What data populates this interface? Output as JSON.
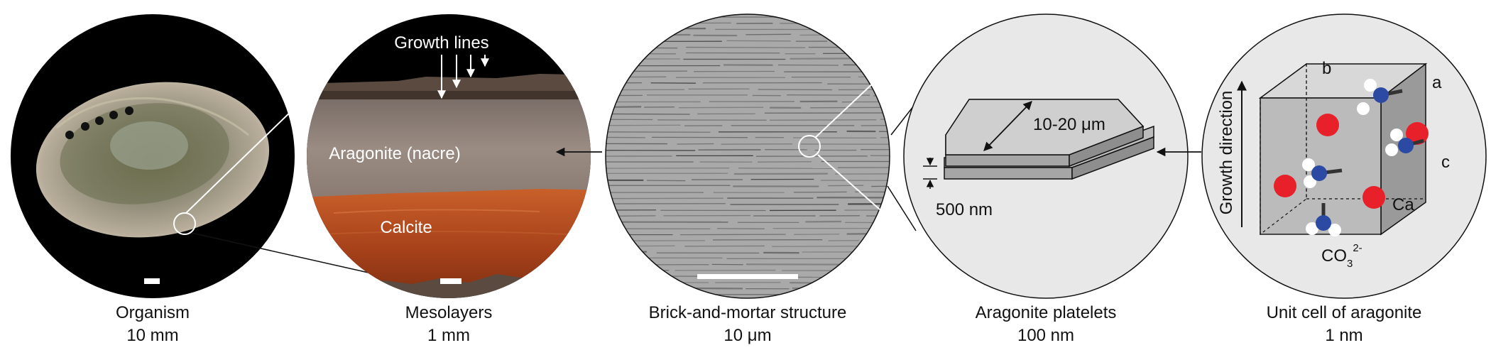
{
  "panels": [
    {
      "label": "Organism",
      "scale": "10 mm"
    },
    {
      "label": "Mesolayers",
      "scale": "1 mm"
    },
    {
      "label": "Brick-and-mortar structure",
      "scale": "10 μm"
    },
    {
      "label": "Aragonite platelets",
      "scale": "100 nm"
    },
    {
      "label": "Unit cell of aragonite",
      "scale": "1 nm"
    }
  ],
  "mesolayers": {
    "growth_lines": "Growth lines",
    "aragonite": "Aragonite (nacre)",
    "calcite": "Calcite"
  },
  "platelets": {
    "width": "10-20 μm",
    "thickness": "500 nm"
  },
  "unit_cell": {
    "axis_a": "a",
    "axis_b": "b",
    "axis_c": "c",
    "growth_direction": "Growth direction",
    "calcium": "Ca",
    "carbonate_base": "CO",
    "carbonate_sub": "3",
    "carbonate_sup": "2-"
  },
  "colors": {
    "calcium": "#e8202a",
    "carbon": "#2c4aa3",
    "oxygen": "#ffffff",
    "nacre": "#8f8178",
    "calcite": "#b24a1e",
    "circle_fill": "#e8e8e8"
  }
}
